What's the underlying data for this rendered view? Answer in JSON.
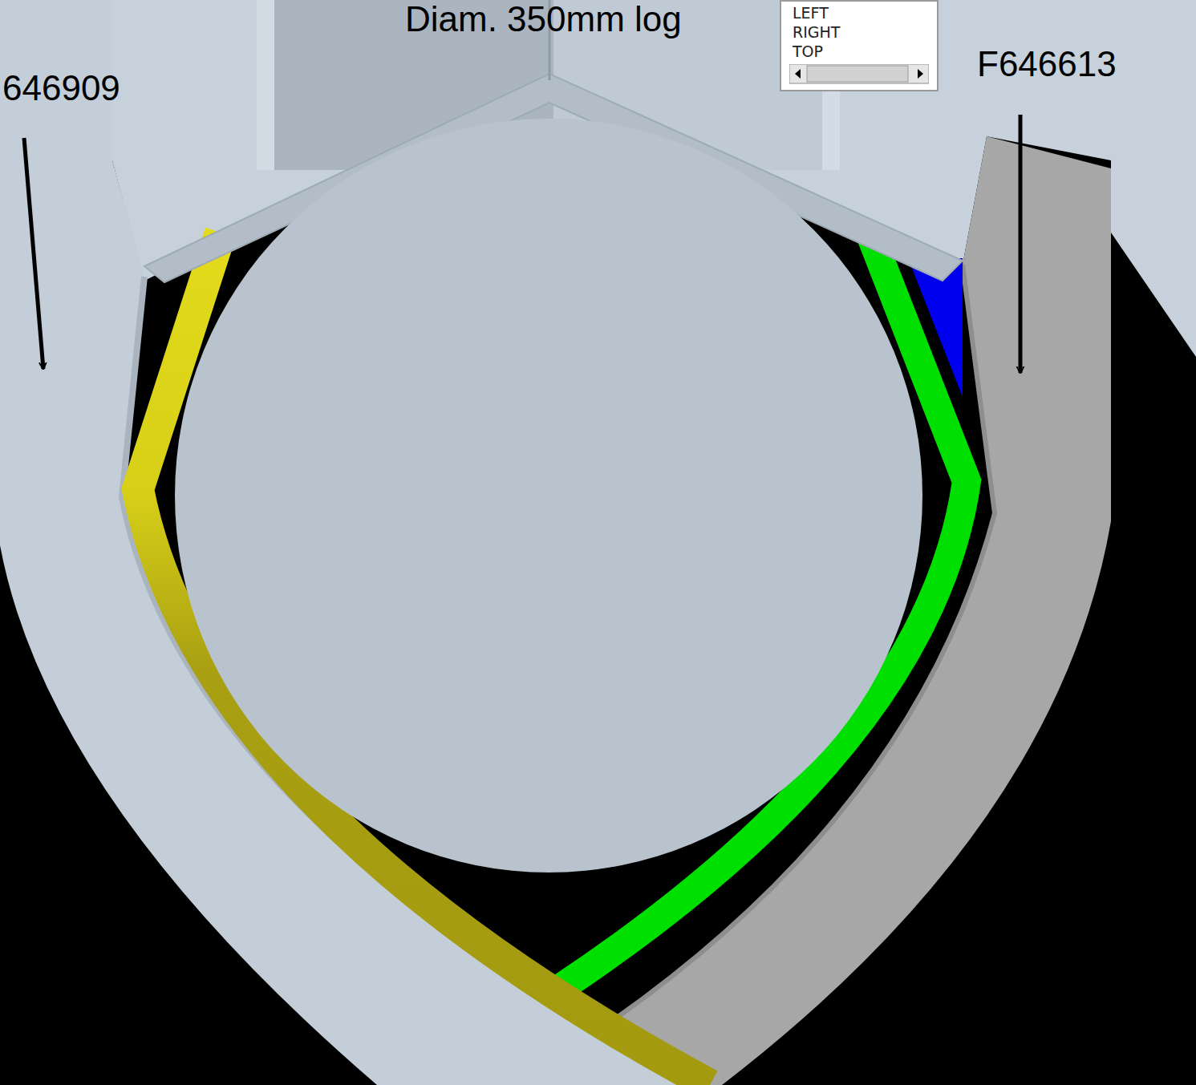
{
  "diagram": {
    "nodes": [
      {
        "text": [
          "LEFT",
          "RIGHT",
          "TOP"
        ]
      }
    ],
    "labels": [
      "Diam. 350mm log",
      "646909",
      "F646613"
    ]
  }
}
